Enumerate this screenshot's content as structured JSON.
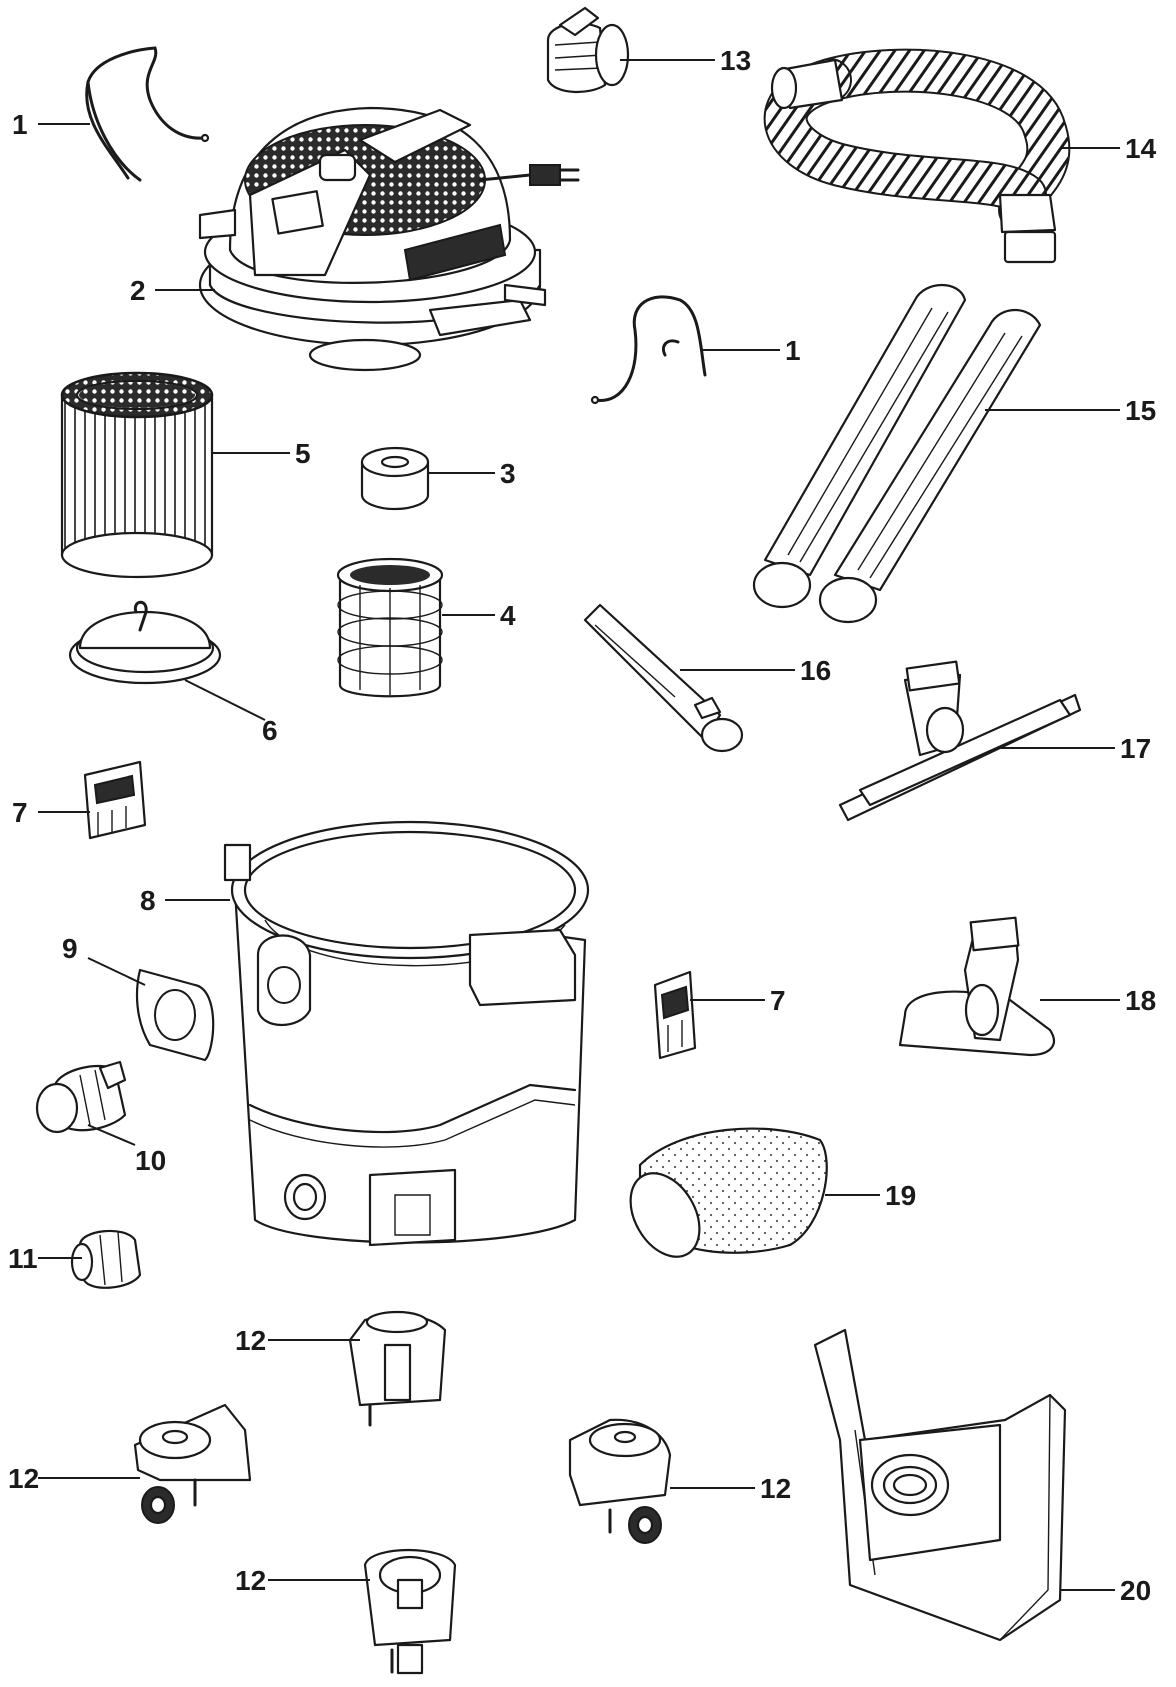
{
  "parts": [
    {
      "id": "p1a",
      "number": "1"
    },
    {
      "id": "p2",
      "number": "2"
    },
    {
      "id": "p13",
      "number": "13"
    },
    {
      "id": "p14",
      "number": "14"
    },
    {
      "id": "p1b",
      "number": "1"
    },
    {
      "id": "p15",
      "number": "15"
    },
    {
      "id": "p5",
      "number": "5"
    },
    {
      "id": "p3",
      "number": "3"
    },
    {
      "id": "p4",
      "number": "4"
    },
    {
      "id": "p6",
      "number": "6"
    },
    {
      "id": "p16",
      "number": "16"
    },
    {
      "id": "p17",
      "number": "17"
    },
    {
      "id": "p7a",
      "number": "7"
    },
    {
      "id": "p8",
      "number": "8"
    },
    {
      "id": "p9",
      "number": "9"
    },
    {
      "id": "p7b",
      "number": "7"
    },
    {
      "id": "p18",
      "number": "18"
    },
    {
      "id": "p10",
      "number": "10"
    },
    {
      "id": "p19",
      "number": "19"
    },
    {
      "id": "p11",
      "number": "11"
    },
    {
      "id": "p12a",
      "number": "12"
    },
    {
      "id": "p12b",
      "number": "12"
    },
    {
      "id": "p12c",
      "number": "12"
    },
    {
      "id": "p12d",
      "number": "12"
    },
    {
      "id": "p20",
      "number": "20"
    }
  ]
}
